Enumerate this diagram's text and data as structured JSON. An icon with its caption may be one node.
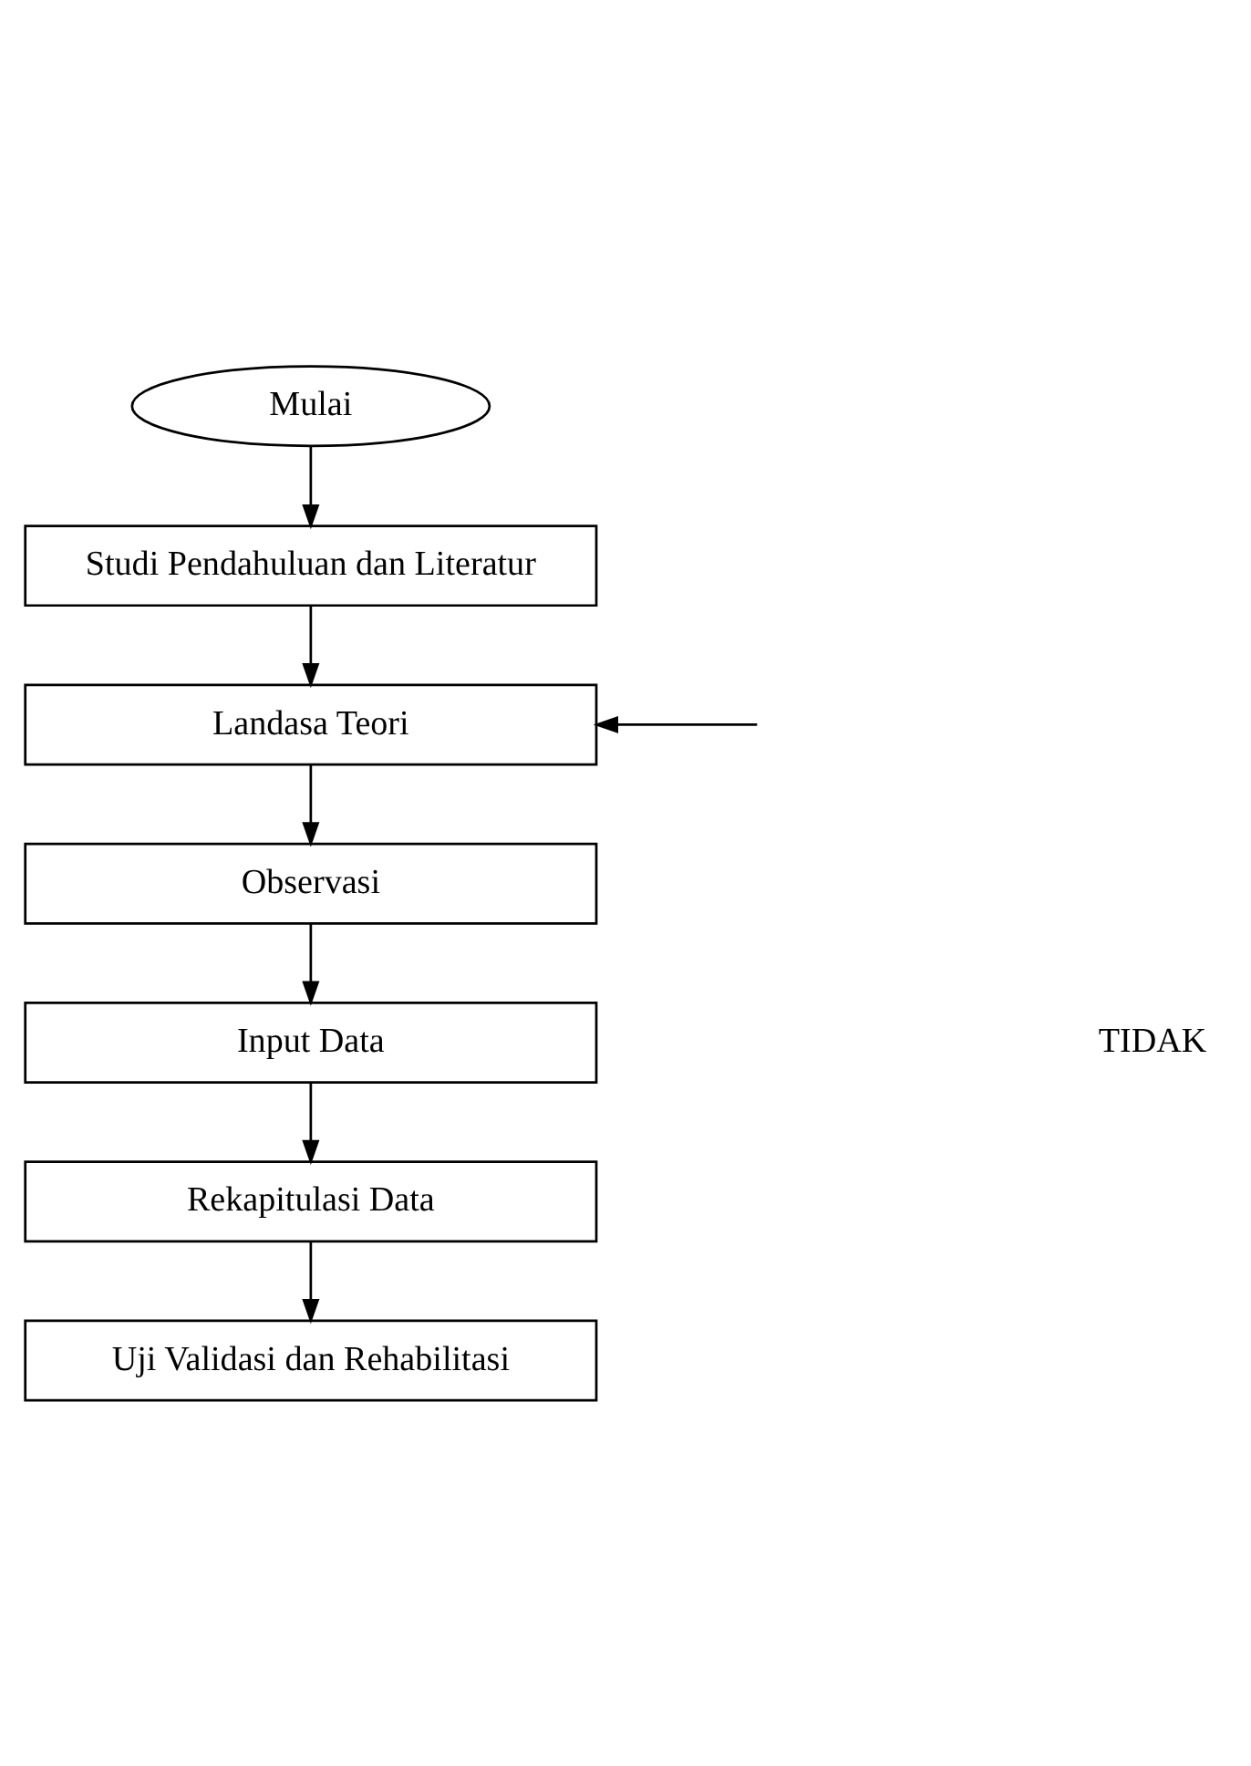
{
  "diagram": {
    "nodes": [
      {
        "text": [
          "Mulai"
        ]
      },
      {
        "text": [
          "Studi Pendahuluan dan Literatur"
        ]
      },
      {
        "text": [
          "Landasa Teori"
        ]
      },
      {
        "text": [
          "Observasi"
        ]
      },
      {
        "text": [
          "Input Data"
        ]
      },
      {
        "text": [
          "Rekapitulasi Data"
        ]
      },
      {
        "text": [
          "Uji Validasi dan Rehabilitasi"
        ]
      }
    ],
    "edges": [
      {
        "from": 0,
        "to": 1,
        "arrow": "to"
      },
      {
        "from": 1,
        "to": 2,
        "arrow": "to"
      },
      {
        "from": 2,
        "to": 3,
        "arrow": "to"
      },
      {
        "from": 3,
        "to": 4,
        "arrow": "to"
      },
      {
        "from": 4,
        "to": 5,
        "arrow": "to"
      },
      {
        "from": 5,
        "to": 6,
        "arrow": "to"
      },
      {
        "from": null,
        "to": 2,
        "arrow": "to"
      }
    ],
    "labels": [
      "TIDAK"
    ]
  }
}
